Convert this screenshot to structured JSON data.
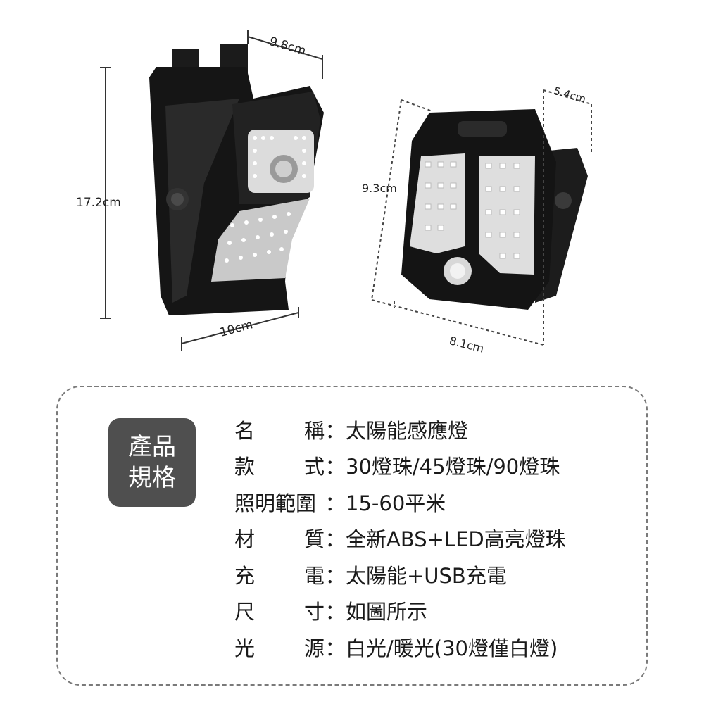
{
  "dimensions": {
    "left_height": "17.2cm",
    "left_top_width": "9.8cm",
    "left_bottom_width": "10cm",
    "right_depth": "5.4cm",
    "right_height": "9.3cm",
    "right_width": "8.1cm"
  },
  "spec": {
    "badge_line1": "產品",
    "badge_line2": "規格",
    "rows": [
      {
        "label_a": "名",
        "label_b": "稱",
        "value": "太陽能感應燈"
      },
      {
        "label_a": "款",
        "label_b": "式",
        "value": "30燈珠/45燈珠/90燈珠"
      },
      {
        "label_a": "照明範圍",
        "label_b": "",
        "value": "15-60平米"
      },
      {
        "label_a": "材",
        "label_b": "質",
        "value": "全新ABS+LED高亮燈珠"
      },
      {
        "label_a": "充",
        "label_b": "電",
        "value": "太陽能+USB充電"
      },
      {
        "label_a": "尺",
        "label_b": "寸",
        "value": "如圖所示"
      },
      {
        "label_a": "光",
        "label_b": "源",
        "value": "白光/暖光(30燈僅白燈)"
      }
    ],
    "colon": "："
  }
}
